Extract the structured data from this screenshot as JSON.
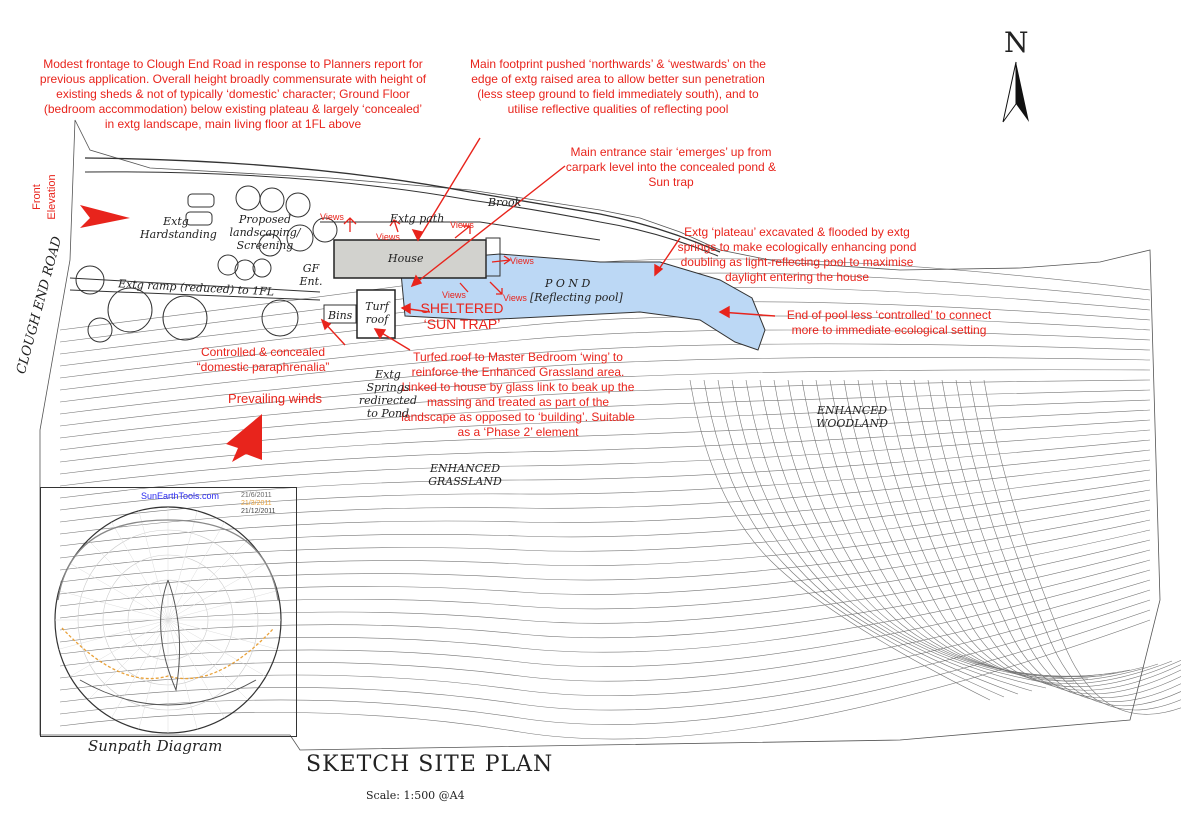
{
  "north_label": "N",
  "notes": {
    "frontage": "Modest frontage to Clough End Road in response to Planners report for previous application. Overall height broadly commensurate with height of existing sheds & not of typically ‘domestic’ character; Ground Floor (bedroom accommodation) below existing plateau & largely ‘concealed’ in extg landscape, main living floor at 1FL above",
    "footprint": "Main footprint pushed ‘northwards’ & ‘westwards’ on the edge of extg raised area to allow better sun penetration (less steep ground to field immediately south), and to utilise reflective qualities of reflecting pool",
    "entrance": "Main entrance stair ‘emerges’ up from carpark level into the concealed pond & Sun trap",
    "plateau": "Extg ‘plateau’ excavated & flooded by extg springs to make ecologically enhancing pond doubling as light-reflecting pool to maximise daylight entering the house",
    "pool_end": "End of pool less ‘controlled’ to connect more to immediate ecological setting",
    "turfed": "Turfed roof to Master Bedroom ‘wing’ to reinforce the Enhanced Grassland area. Linked to house by glass link to beak up the massing and treated as part of the landscape as opposed to ‘building’. Suitable as a ‘Phase 2’ element",
    "domestic": "Controlled  & concealed “domestic paraphrenalia”",
    "winds": "Prevailing winds",
    "sheltered": "SHELTERED ‘SUN TRAP’",
    "front_elevation": "Front Elevation"
  },
  "labels": {
    "road": "CLOUGH END ROAD",
    "hardstanding": "Extg Hardstanding",
    "landscaping": "Proposed landscaping/ Screening",
    "path": "Extg path",
    "brook": "Brook",
    "house": "House",
    "gf_ent": "GF Ent.",
    "ramp": "Extg ramp (reduced) to 1FL",
    "bins": "Bins",
    "turf_roof": "Turf roof",
    "springs": "Extg Springs redirected to Pond",
    "pond": "P O N D",
    "reflecting": "[Reflecting pool]",
    "woodland": "ENHANCED WOODLAND",
    "grassland": "ENHANCED GRASSLAND",
    "views": "Views"
  },
  "sunpath": {
    "caption": "Sunpath Diagram",
    "source": "SunEarthTools.com",
    "legend": [
      "21/6/2011",
      "21/3/2011",
      "21/12/2011"
    ],
    "colors": {
      "summer": "#888888",
      "equinox": "#e9a23b",
      "winter": "#555555"
    }
  },
  "title": "SKETCH SITE PLAN",
  "scale": "Scale: 1:500 @A4",
  "colors": {
    "annotation": "#e8241c",
    "pond": "#bcd8f5",
    "house": "#d2d2ce",
    "line": "#333333"
  }
}
